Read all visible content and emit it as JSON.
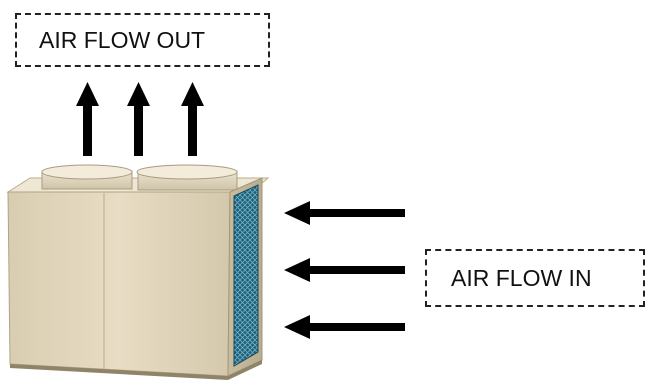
{
  "labels": {
    "air_flow_out": "AIR FLOW OUT",
    "air_flow_in": "AIR FLOW IN"
  },
  "arrows": {
    "out_count": 3,
    "in_count": 3,
    "color": "#000000"
  },
  "unit": {
    "body_color": "#e3d8be",
    "fan_color": "#ddd3bb",
    "coil_color": "#2c6f86"
  },
  "icons": {
    "arrow_up": "arrow-up-icon",
    "arrow_left": "arrow-left-icon"
  }
}
